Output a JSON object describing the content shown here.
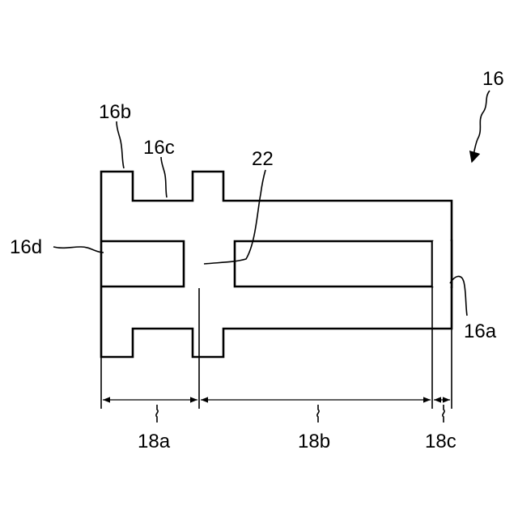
{
  "labels": {
    "part": "16",
    "flange": "16b",
    "groove": "16c",
    "bore_left": "16d",
    "bore_right": "16a",
    "partition": "22",
    "section_a": "18a",
    "section_b": "18b",
    "section_c": "18c"
  }
}
